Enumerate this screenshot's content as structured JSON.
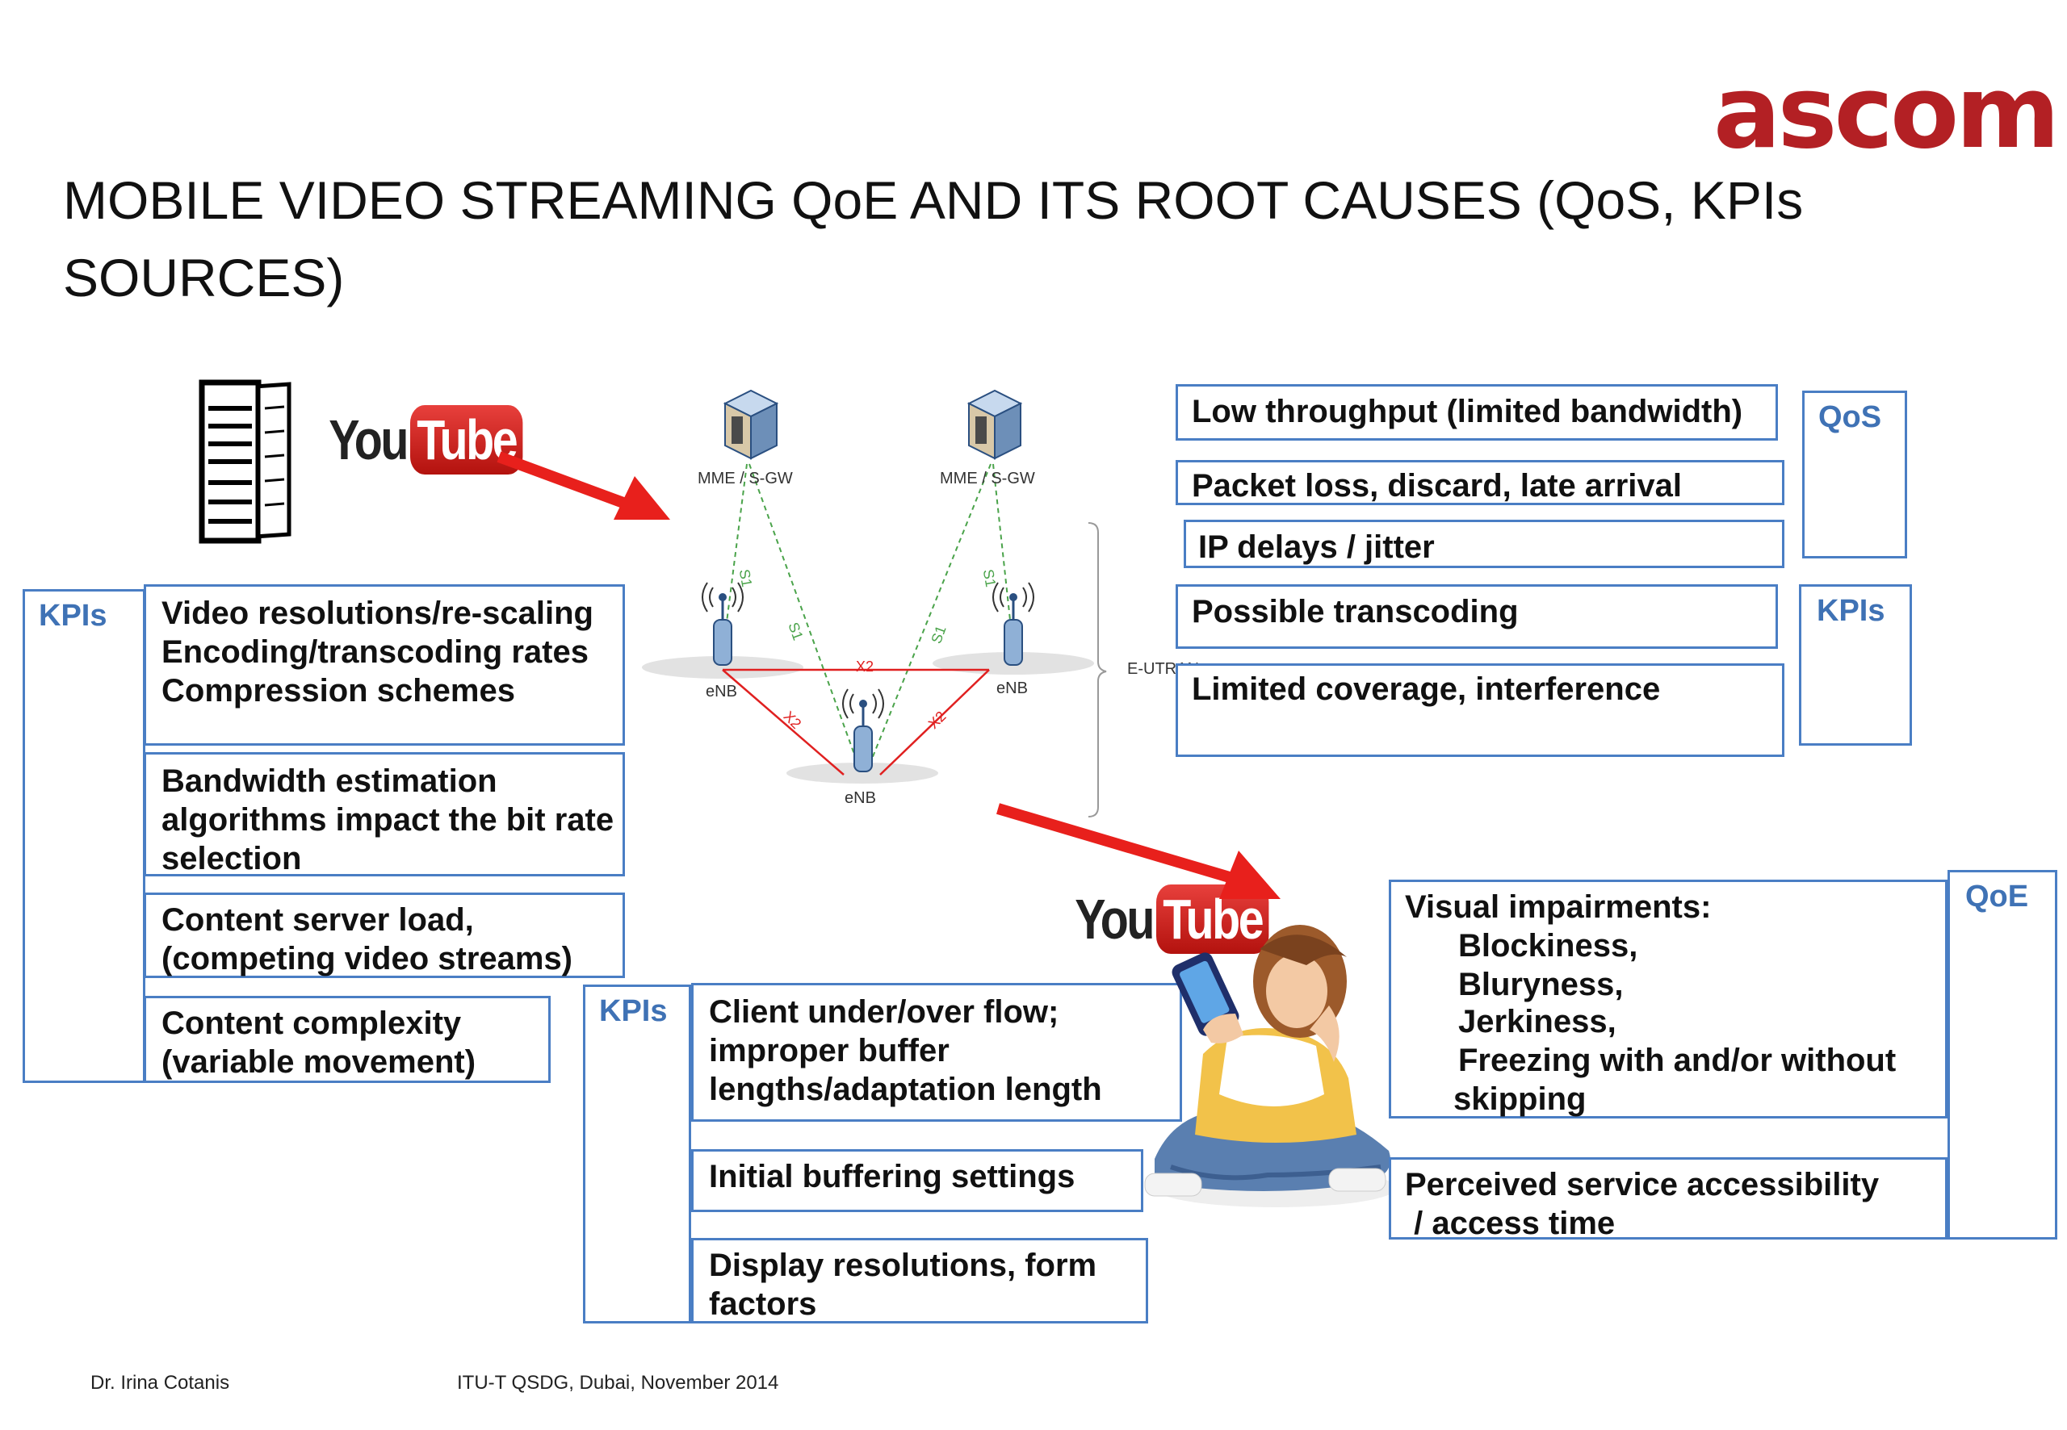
{
  "brand": {
    "logo_text": "ascom"
  },
  "title": "MOBILE VIDEO STREAMING QoE AND ITS ROOT CAUSES (QoS, KPIs SOURCES)",
  "youtube": {
    "you": "You",
    "tube": "Tube"
  },
  "network": {
    "mme_label": "MME / S-GW",
    "enb_label": "eNB",
    "s1_label": "S1",
    "x2_label": "X2",
    "eutran_label": "E-UTRAN"
  },
  "left": {
    "kpi_label": "KPIs",
    "items": [
      {
        "lines": [
          "Video resolutions/re-scaling",
          "Encoding/transcoding  rates",
          "Compression schemes"
        ]
      },
      {
        "lines": [
          "Bandwidth estimation",
          "algorithms impact the bit rate",
          "selection"
        ]
      },
      {
        "lines": [
          "Content server load,",
          "(competing video streams)"
        ]
      },
      {
        "lines": [
          "Content complexity",
          "(variable movement)"
        ]
      }
    ]
  },
  "right_top": {
    "qos_label": "QoS",
    "kpi_label": "KPIs",
    "items": [
      "Low throughput (limited bandwidth)",
      "Packet loss, discard, late arrival",
      "IP delays / jitter",
      "Possible transcoding",
      "Limited coverage, interference"
    ]
  },
  "client": {
    "kpi_label": "KPIs",
    "items": [
      {
        "lines": [
          "Client under/over flow;",
          "improper buffer",
          "lengths/adaptation length"
        ]
      },
      {
        "lines": [
          "Initial buffering settings"
        ]
      },
      {
        "lines": [
          "Display resolutions, form",
          "factors"
        ]
      }
    ]
  },
  "qoe": {
    "label": "QoE",
    "visual_title": "Visual impairments:",
    "visual_items": [
      "Blockiness,",
      "Bluryness,",
      "Jerkiness,",
      "Freezing with and/or without"
    ],
    "visual_tail": "skipping",
    "access_lines": [
      "Perceived service accessibility",
      " / access time"
    ]
  },
  "footer": {
    "author": "Dr. Irina Cotanis",
    "event": "ITU-T QSDG, Dubai, November  2014"
  },
  "colors": {
    "box_border": "#4a7ec4",
    "label_blue": "#3f72b5",
    "arrow_red": "#e8201c",
    "logo_red": "#b32024",
    "link_green": "#4aa34a",
    "link_red": "#e02020"
  }
}
